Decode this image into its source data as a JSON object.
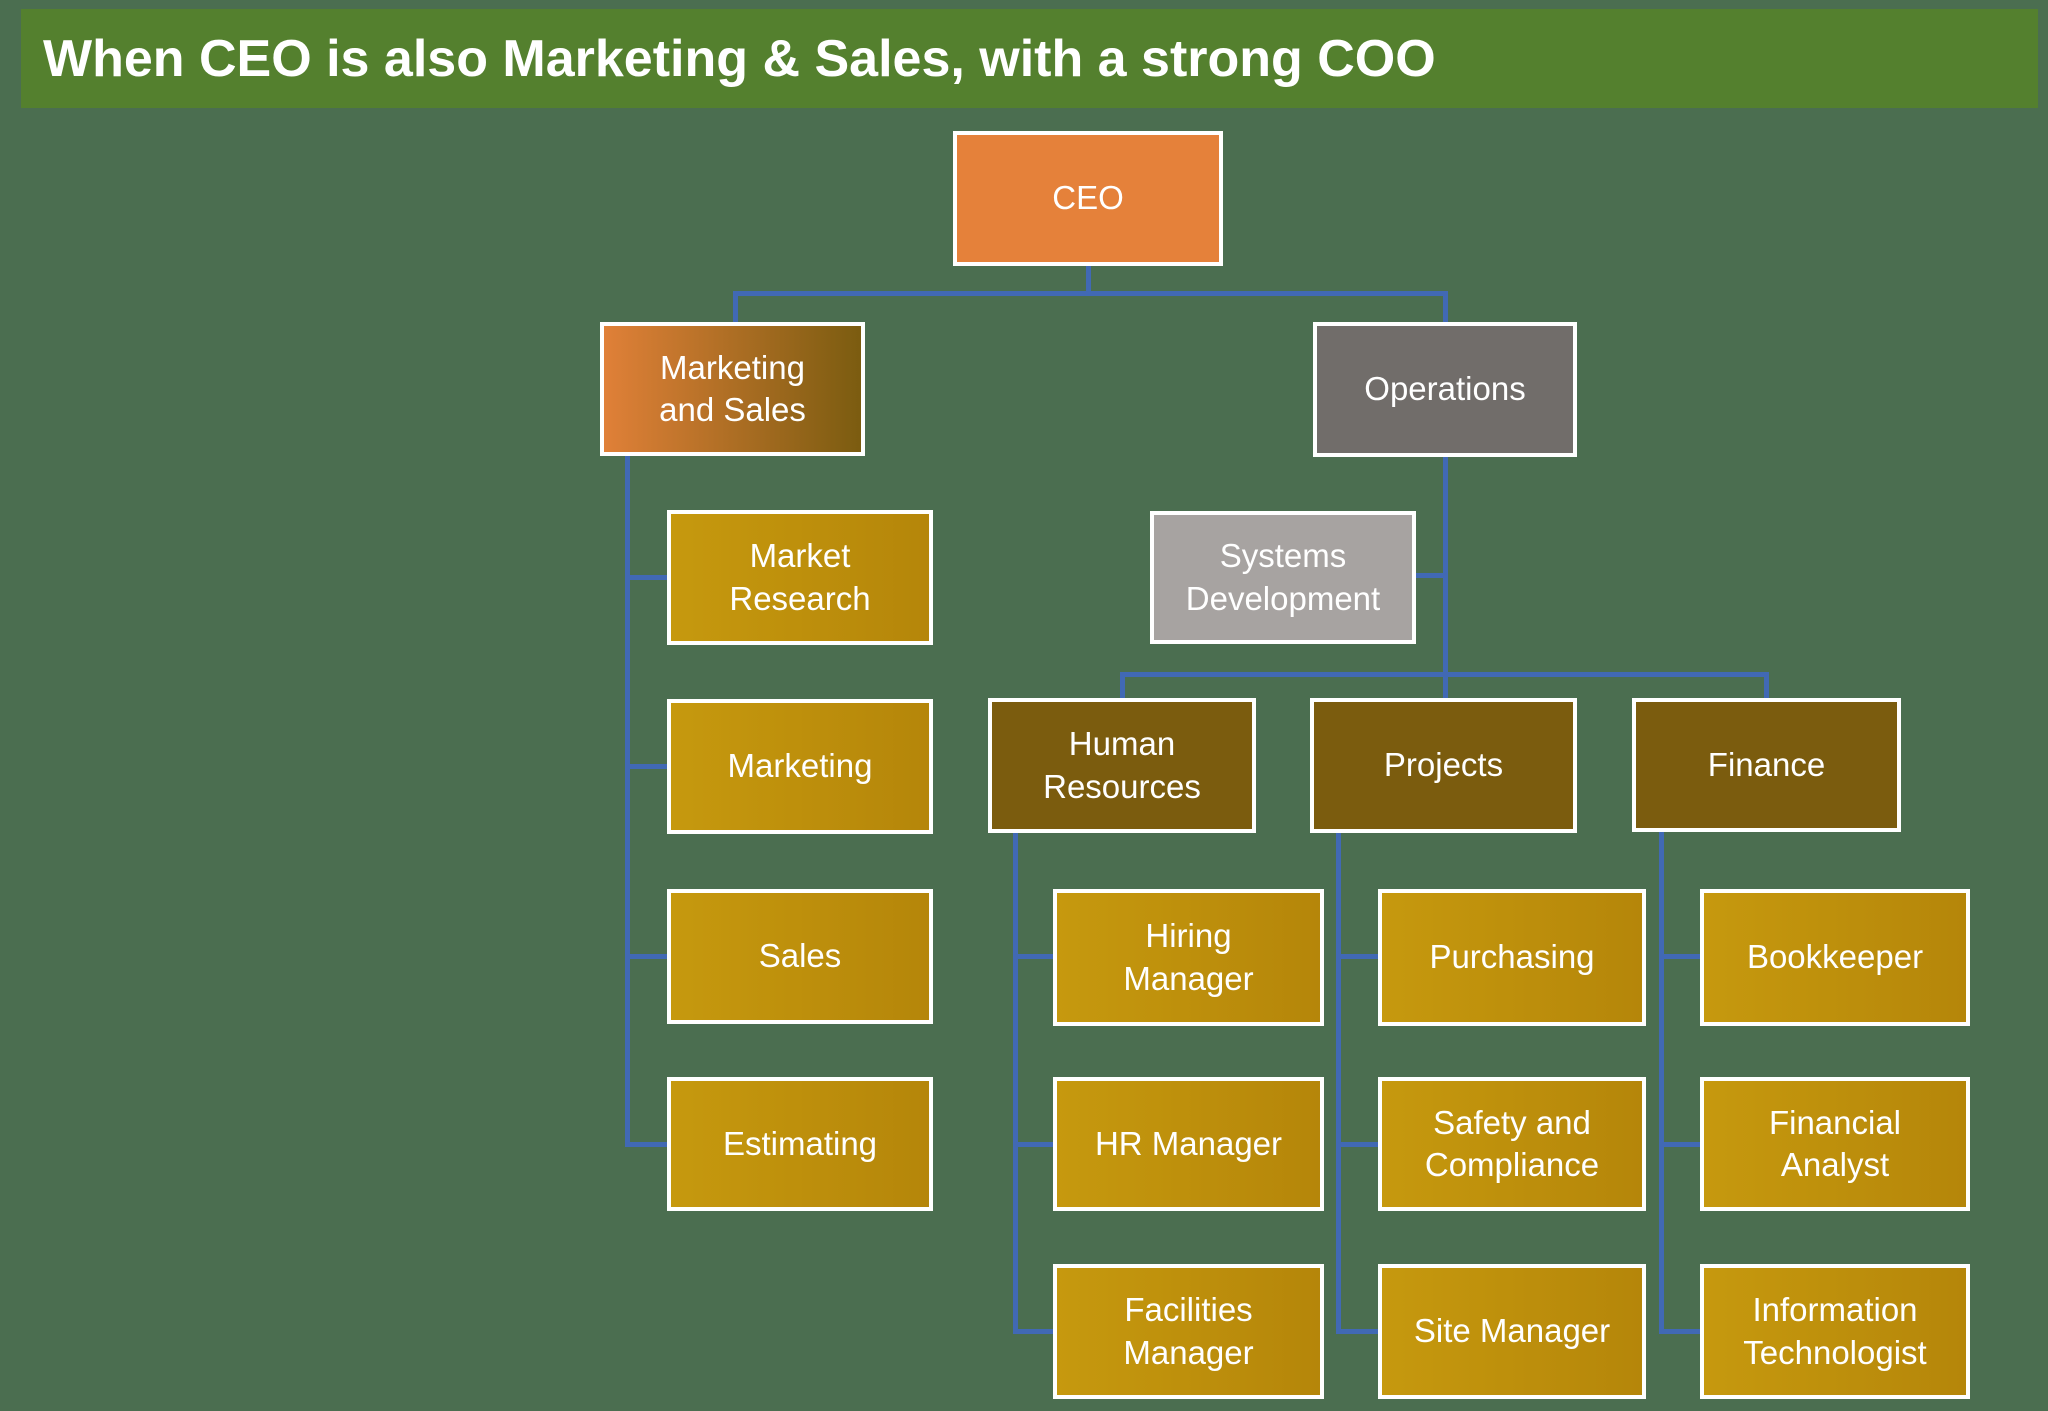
{
  "title": "When CEO is also Marketing & Sales, with a strong COO",
  "colors": {
    "background": "#4B6E50",
    "banner_green": "#54802E",
    "connector_blue": "#4169B4",
    "ceo_orange": "#E5813A",
    "gradient_orange": "#E08038",
    "gradient_olive": "#7B5C10",
    "operations_gray": "#716D6A",
    "systems_light_gray": "#A7A3A1",
    "division_olive": "#7B5C0E",
    "role_gold": "#BF9008",
    "box_border": "#FFFFFF",
    "text": "#FFFFFF"
  },
  "nodes": {
    "ceo": {
      "label": "CEO"
    },
    "marketing_and_sales": {
      "label": "Marketing and Sales"
    },
    "operations": {
      "label": "Operations"
    },
    "systems_development": {
      "label": "Systems Development"
    },
    "market_research": {
      "label": "Market Research"
    },
    "marketing": {
      "label": "Marketing"
    },
    "sales": {
      "label": "Sales"
    },
    "estimating": {
      "label": "Estimating"
    },
    "human_resources": {
      "label": "Human Resources"
    },
    "projects": {
      "label": "Projects"
    },
    "finance": {
      "label": "Finance"
    },
    "hiring_manager": {
      "label": "Hiring Manager"
    },
    "hr_manager": {
      "label": "HR Manager"
    },
    "facilities_manager": {
      "label": "Facilities Manager"
    },
    "purchasing": {
      "label": "Purchasing"
    },
    "safety_and_compliance": {
      "label": "Safety and Compliance"
    },
    "site_manager": {
      "label": "Site Manager"
    },
    "bookkeeper": {
      "label": "Bookkeeper"
    },
    "financial_analyst": {
      "label": "Financial Analyst"
    },
    "information_technologist": {
      "label": "Information Technologist"
    }
  },
  "hierarchy": {
    "ceo": [
      "marketing_and_sales",
      "operations"
    ],
    "operations_assistant": "systems_development",
    "marketing_and_sales": [
      "market_research",
      "marketing",
      "sales",
      "estimating"
    ],
    "operations": [
      "human_resources",
      "projects",
      "finance"
    ],
    "human_resources": [
      "hiring_manager",
      "hr_manager",
      "facilities_manager"
    ],
    "projects": [
      "purchasing",
      "safety_and_compliance",
      "site_manager"
    ],
    "finance": [
      "bookkeeper",
      "financial_analyst",
      "information_technologist"
    ]
  }
}
